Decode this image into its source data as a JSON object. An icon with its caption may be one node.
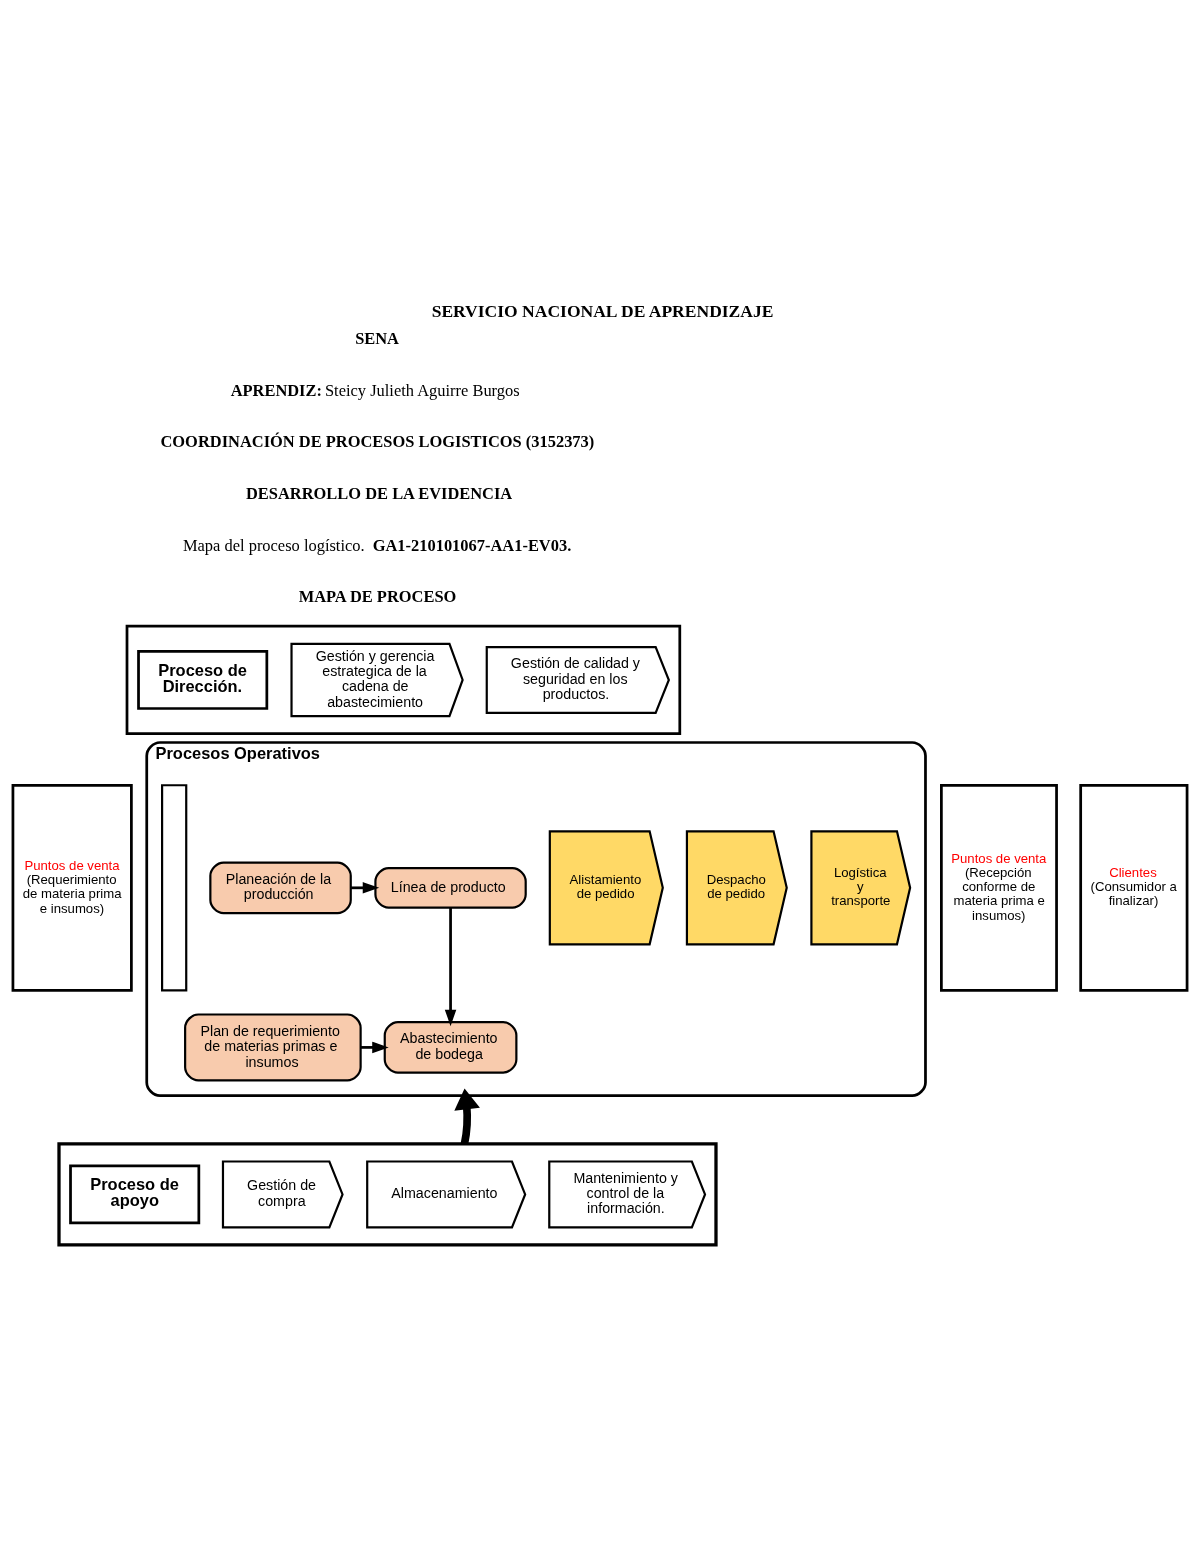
{
  "diagram": {
    "title": "SERVICIO NACIONAL DE APRENDIZAJE",
    "nodes": [
      {
        "text": [],
        "shape": "box"
      },
      {
        "text": [
          "Proceso de Dirección."
        ],
        "in": 0
      },
      {
        "text": [
          "Gestión y gerencia estrategica de la cadena de abastecimiento"
        ],
        "in": 0
      },
      {
        "text": [
          "Gestión de calidad y seguridad en los productos."
        ],
        "in": 0
      },
      {
        "text": [
          "Puntos de venta",
          "(Requerimiento de materia prima e insumos)"
        ]
      },
      {
        "text": [
          "Procesos Operativos"
        ]
      },
      {
        "text": [],
        "shape": "bar",
        "in": 5
      },
      {
        "text": [
          "Planeación de la producción"
        ],
        "in": 5
      },
      {
        "text": [
          "Línea de producto"
        ],
        "in": 5
      },
      {
        "text": [
          "Plan de requerimiento de materias primas e insumos"
        ],
        "in": 5
      },
      {
        "text": [
          "Abastecimiento de bodega"
        ],
        "in": 5
      },
      {
        "text": [
          "Alistamiento de pedido"
        ],
        "in": 5
      },
      {
        "text": [
          "Despacho de pedido"
        ],
        "in": 5
      },
      {
        "text": [
          "Logística y transporte"
        ],
        "in": 5
      },
      {
        "text": [
          "Puntos de venta",
          "(Recepción conforme de materia prima e insumos)"
        ]
      },
      {
        "text": [
          "Clientes",
          "(Consumidor a finalizar)"
        ]
      },
      {
        "text": [],
        "shape": "box"
      },
      {
        "text": [
          "Proceso de apoyo"
        ],
        "in": 16
      },
      {
        "text": [
          "Gestión de compra"
        ],
        "in": 16
      },
      {
        "text": [
          "Almacenamiento"
        ],
        "in": 16
      },
      {
        "text": [
          "Mantenimiento y control de la información."
        ],
        "in": 16
      }
    ],
    "edges": [
      {
        "from": 7,
        "to": 8,
        "arrow": "to"
      },
      {
        "from": 8,
        "to": 10,
        "arrow": "to"
      },
      {
        "from": 9,
        "to": 10,
        "arrow": "to"
      },
      {
        "from": 16,
        "to": 5,
        "arrow": "to",
        "style": "thick"
      }
    ],
    "labels": [
      "SENA",
      "**APRENDIZ:** Steicy Julieth Aguirre Burgos",
      "COORDINACIÓN DE PROCESOS LOGISTICOS (3152373)",
      "DESARROLLO DE LA EVIDENCIA",
      "Mapa del proceso logístico. **GA1-210101067-AA1-EV03.**",
      "MAPA DE PROCESO"
    ]
  }
}
